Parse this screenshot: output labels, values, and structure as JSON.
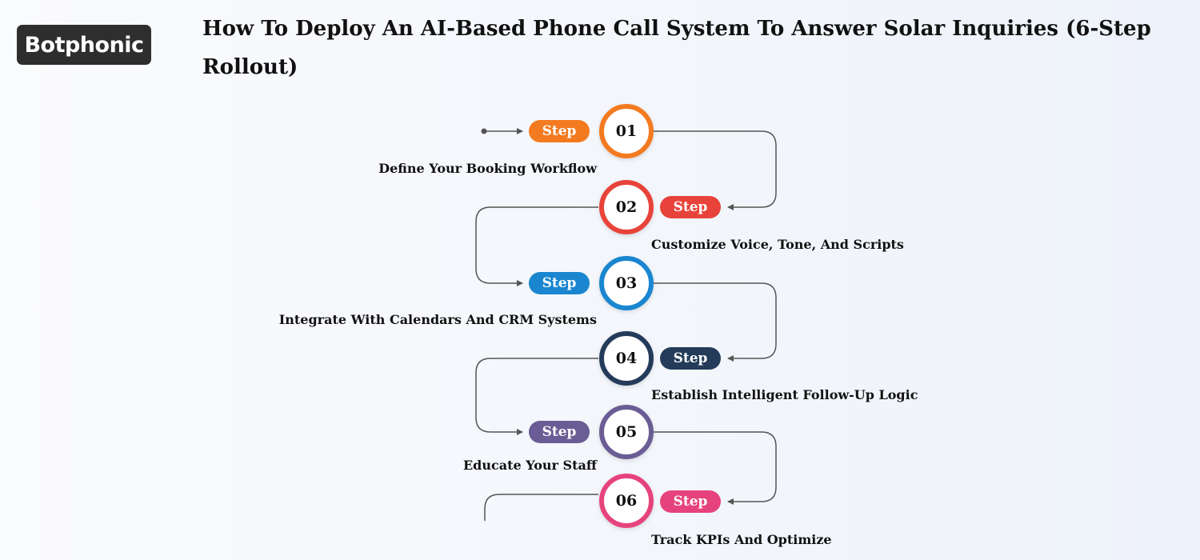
{
  "brand": {
    "logo_text": "Botphonic"
  },
  "header": {
    "title": "How To Deploy An AI-Based Phone Call System To Answer Solar Inquiries (6-Step Rollout)"
  },
  "steps": [
    {
      "pill_label": "Step",
      "number": "01",
      "label": "Define Your Booking Workflow",
      "color": "#f47a20"
    },
    {
      "pill_label": "Step",
      "number": "02",
      "label": "Customize Voice, Tone, And Scripts",
      "color": "#e8433a"
    },
    {
      "pill_label": "Step",
      "number": "03",
      "label": "Integrate With Calendars And CRM Systems",
      "color": "#1a86d0"
    },
    {
      "pill_label": "Step",
      "number": "04",
      "label": "Establish Intelligent Follow-Up Logic",
      "color": "#243b5a"
    },
    {
      "pill_label": "Step",
      "number": "05",
      "label": "Educate Your Staff",
      "color": "#6a5c94"
    },
    {
      "pill_label": "Step",
      "number": "06",
      "label": "Track KPIs And Optimize",
      "color": "#e6437c"
    }
  ],
  "connector_color": "#555555"
}
